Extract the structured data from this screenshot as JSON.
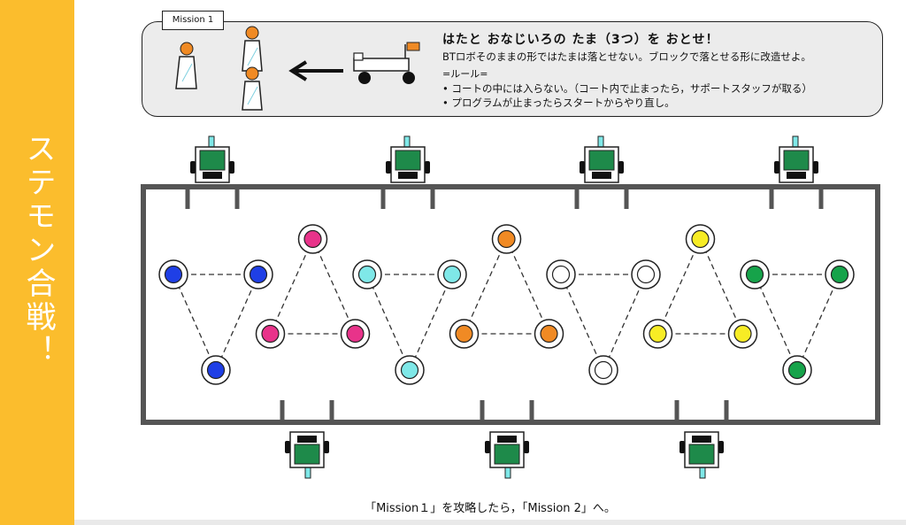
{
  "sidebar": {
    "title": "ステモン合戦！"
  },
  "mission": {
    "tag": "Mission 1",
    "heading": "はたと おなじいろの たま（3つ）を おとせ！",
    "description": "BTロボそのままの形ではたまは落とせない。ブロックで落とせる形に改造せよ。",
    "rules_header": "=ルール=",
    "rules": [
      "•  コートの中には入らない。（コート内で止まったら，サポートスタッフが取る）",
      "•  プログラムが止まったらスタートからやり直し。"
    ]
  },
  "caption": "「Mission１」を攻略したら，「Mission 2」へ。",
  "colors": {
    "sidebar": "#fbbd2d",
    "blue": "#1f3fe6",
    "pink": "#e8338a",
    "cyan": "#7fe8e8",
    "orange": "#f08a24",
    "white": "#ffffff",
    "yellow": "#f7ec25",
    "green": "#16a34a",
    "robot_body": "#1e8a4a",
    "court": "#555555"
  },
  "ball_groups": [
    {
      "color": "blue",
      "shape": "down-triangle"
    },
    {
      "color": "pink",
      "shape": "up-triangle"
    },
    {
      "color": "cyan",
      "shape": "down-triangle"
    },
    {
      "color": "orange",
      "shape": "up-triangle"
    },
    {
      "color": "white",
      "shape": "down-triangle"
    },
    {
      "color": "yellow",
      "shape": "up-triangle"
    },
    {
      "color": "green",
      "shape": "down-triangle"
    }
  ],
  "icons": [
    "person-icon",
    "arrow-left-icon",
    "robot-flag-icon",
    "bt-robot-icon"
  ]
}
